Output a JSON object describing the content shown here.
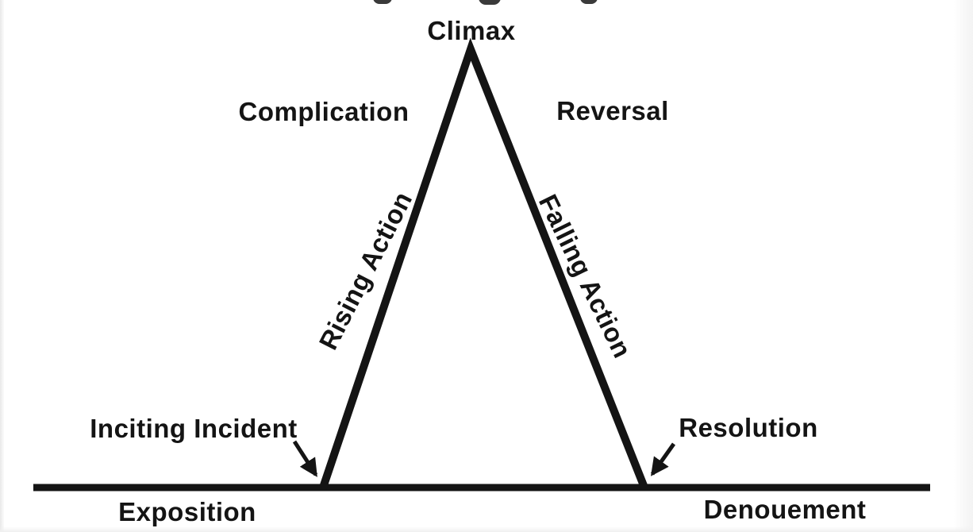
{
  "diagram": {
    "type": "plot-structure-pyramid",
    "peak_label": "Climax",
    "left_phase_label": "Complication",
    "right_phase_label": "Reversal",
    "rising_edge_label": "Rising Action",
    "falling_edge_label": "Falling Action",
    "left_callout_label": "Inciting Incident",
    "right_callout_label": "Resolution",
    "left_baseline_label": "Exposition",
    "right_baseline_label": "Denouement",
    "callouts": [
      {
        "label": "Inciting Incident",
        "points_to": "junction of baseline and rising line"
      },
      {
        "label": "Resolution",
        "points_to": "junction of falling line and baseline"
      }
    ],
    "colors": {
      "ink": "#141414",
      "background": "#ffffff"
    }
  }
}
